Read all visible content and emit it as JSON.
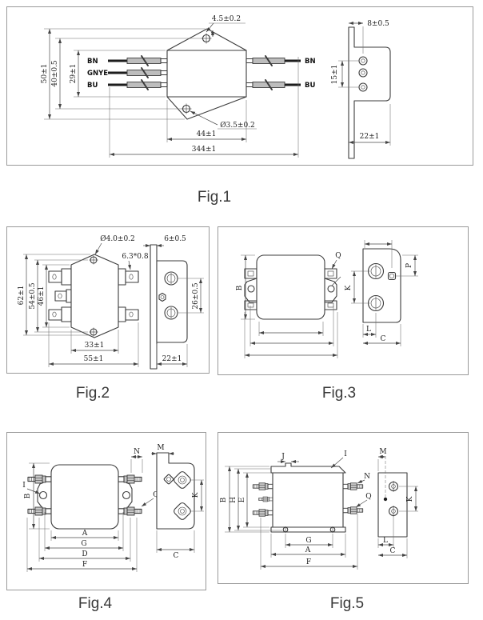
{
  "page": {
    "background": "#ffffff",
    "line_color": "#3c3c3c",
    "border_color": "#9a9a9a"
  },
  "fig1": {
    "caption": "Fig.1",
    "wires_left": [
      "BN",
      "GNYE",
      "BU"
    ],
    "wires_right": [
      "BN",
      "BU"
    ],
    "dims": {
      "hole_top": "4.5±0.2",
      "overall_height": "50±1",
      "hole_span": "40±0.5",
      "body_height": "29±1",
      "hole_bottom": "Ø3.5±0.2",
      "body_width": "44±1",
      "overall_length": "344±1",
      "bracket_top": "8±0.5",
      "terminal_spacing": "15±1",
      "bracket_width": "22±1"
    }
  },
  "fig2": {
    "caption": "Fig.2",
    "dims": {
      "hole_top": "Ø4.0±0.2",
      "tab_size": "6.3*0.8",
      "overall_height": "62±1",
      "hole_span": "54±0.5",
      "body_height": "46±1",
      "body_width": "33±1",
      "overall_width": "55±1",
      "flange_thickness": "6±0.5",
      "screw_spacing": "26±0.5",
      "side_width": "22±1"
    }
  },
  "fig3": {
    "caption": "Fig.3",
    "dims": {
      "height": "B",
      "terminal": "Q",
      "screw_spacing": "K",
      "nut_offset": "P",
      "screw_inset": "L",
      "side_width": "C"
    }
  },
  "fig4": {
    "caption": "Fig.4",
    "dims": {
      "height": "B",
      "mount_hole": "I",
      "stud_top": "N",
      "stud_bottom": "Q",
      "step": "M",
      "terminal_spacing": "K",
      "side_width": "C",
      "w_body": "A",
      "w_flange": "G",
      "w_studs": "D",
      "w_overall": "F"
    }
  },
  "fig5": {
    "caption": "Fig.5",
    "dims": {
      "tab_width": "J",
      "mount_hole": "I",
      "overall_height": "B",
      "hole_height": "H",
      "body_height": "E",
      "stud_top": "N",
      "stud_bottom": "Q",
      "step": "M",
      "screw_spacing": "K",
      "screw_inset": "L",
      "side_width": "C",
      "w_holes": "G",
      "w_body": "A",
      "w_overall": "F"
    }
  }
}
